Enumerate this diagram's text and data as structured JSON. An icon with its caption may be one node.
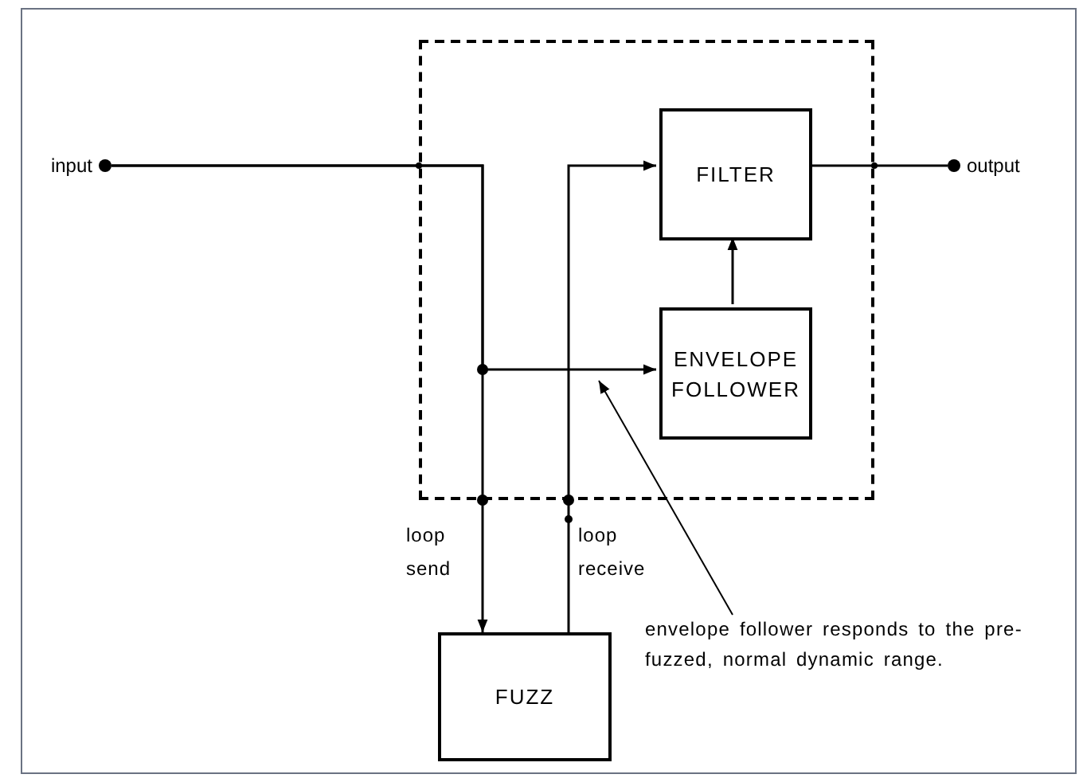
{
  "diagram": {
    "nodes": [
      {
        "text": [],
        "shape": "box"
      },
      {
        "text": [
          "input"
        ]
      },
      {
        "text": [
          "FILTER"
        ],
        "in": 0
      },
      {
        "text": [
          "ENVELOPE FOLLOWER"
        ],
        "in": 0
      },
      {
        "text": [
          "output"
        ]
      },
      {
        "text": [
          "FUZZ"
        ]
      },
      {
        "text": [
          "envelope follower responds to the pre-fuzzed, normal dynamic range."
        ]
      }
    ],
    "edges": [
      {
        "from": 1,
        "to": 5,
        "arrow": "to",
        "label": "loop send"
      },
      {
        "from": 1,
        "to": 3,
        "arrow": "to"
      },
      {
        "from": 5,
        "to": 2,
        "arrow": "to",
        "label": "loop receive"
      },
      {
        "from": 3,
        "to": 2,
        "arrow": "to"
      },
      {
        "from": 2,
        "to": 4,
        "arrow": "none"
      },
      {
        "from": 6,
        "to": null,
        "arrow": "to"
      }
    ]
  }
}
